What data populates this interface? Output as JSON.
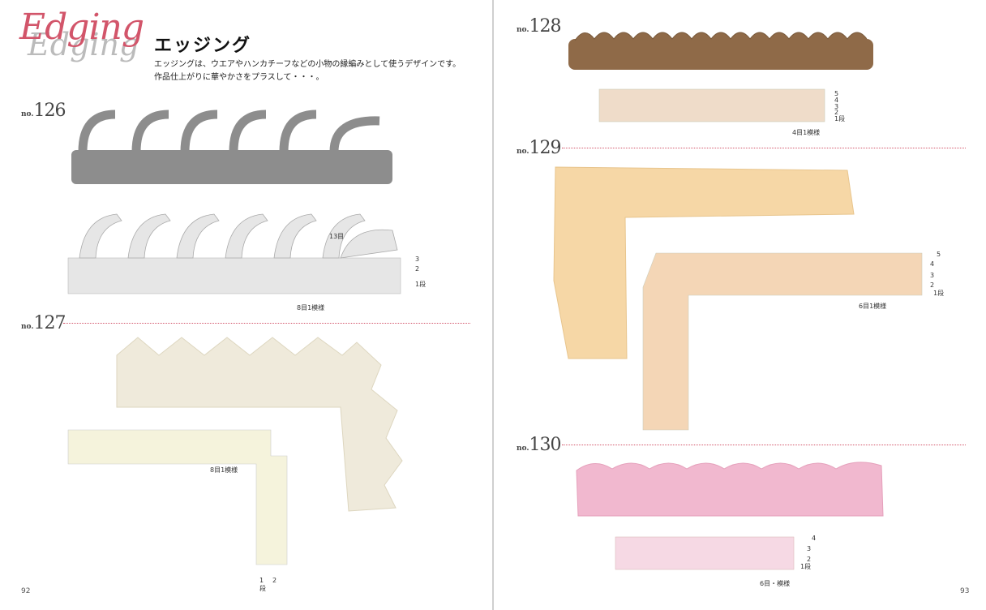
{
  "header": {
    "script_title": "Edging",
    "jp_title": "エッジング",
    "intro_line1": "エッジングは、ウエアやハンカチーフなどの小物の縁編みとして使うデザインです。",
    "intro_line2": "作品仕上がりに華やかさをプラスして・・・。"
  },
  "no_prefix": "no.",
  "patterns": [
    {
      "number": "126",
      "repeat_note": "8目1模様",
      "rows": [
        "3",
        "2",
        "1段"
      ],
      "marker": "13目",
      "yarn_color": "#8d8d8d",
      "chart_color": "#e6e6e6"
    },
    {
      "number": "127",
      "repeat_note": "8目1模様",
      "rows": [
        "1",
        "2",
        "段"
      ],
      "yarn_color": "#efeadb",
      "chart_color": "#f5f3dc"
    },
    {
      "number": "128",
      "repeat_note": "4目1模様",
      "rows": [
        "5",
        "4",
        "3",
        "2",
        "1段"
      ],
      "yarn_color": "#8f6a48",
      "chart_color": "#efdcc9"
    },
    {
      "number": "129",
      "repeat_note": "6目1模様",
      "rows": [
        "5",
        "4",
        "3",
        "2",
        "1段"
      ],
      "yarn_color": "#f6d7a6",
      "chart_color": "#f4d6b6"
    },
    {
      "number": "130",
      "repeat_note": "6目・模様",
      "rows": [
        "4",
        "3",
        "2",
        "1段"
      ],
      "yarn_color": "#f1b8cf",
      "chart_color": "#f6d9e4"
    }
  ],
  "page_numbers": {
    "left": "92",
    "right": "93"
  }
}
